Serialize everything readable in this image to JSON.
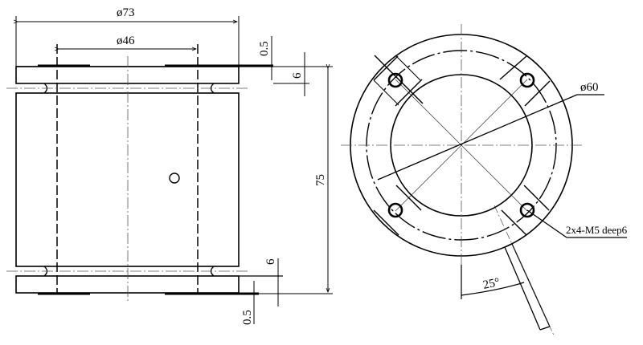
{
  "drawing": {
    "side_view": {
      "dim_outer_diameter": "ø73",
      "dim_inner_diameter": "ø46",
      "dim_height": "75",
      "dim_plate_top": "6",
      "dim_plate_bottom": "6",
      "dim_recess_top": "0.5",
      "dim_recess_bottom": "0.5"
    },
    "top_view": {
      "dim_bolt_circle": "ø60",
      "hole_callout": "2x4-M5 deep6",
      "cable_angle": "25°"
    },
    "colors": {
      "line": "#000000",
      "center_line": "#444444",
      "background": "#ffffff"
    }
  }
}
